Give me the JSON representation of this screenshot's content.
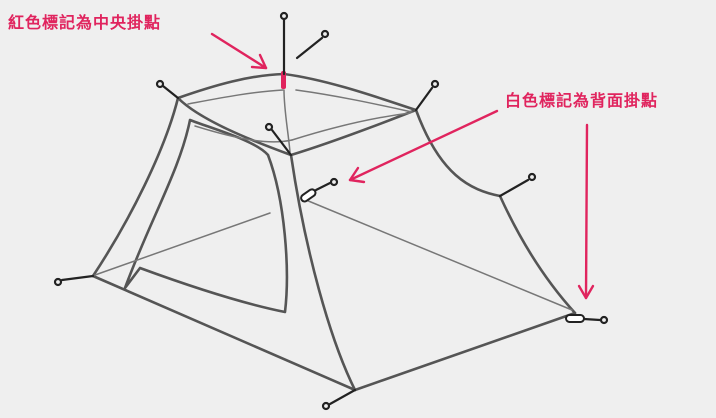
{
  "labels": {
    "center_hang_point": "紅色標記為中央掛點",
    "back_hang_point": "白色標記為背面掛點"
  },
  "colors": {
    "background": "#efefef",
    "tent_outline": "#555555",
    "tent_inner_line": "#777777",
    "accent_red": "#e0245e",
    "clip_dark": "#222222"
  },
  "icons": [
    "tent-diagram",
    "hook-clip-icon",
    "red-marker",
    "white-marker",
    "annotation-arrow"
  ]
}
